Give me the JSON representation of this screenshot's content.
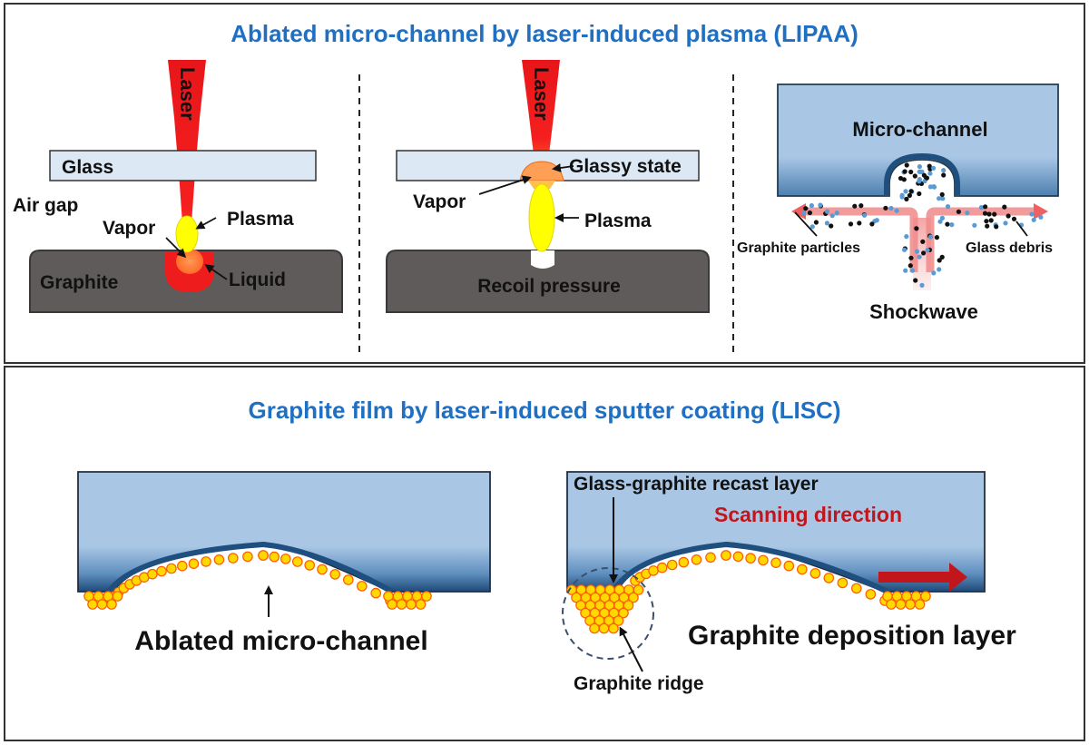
{
  "top": {
    "title": "Ablated micro-channel by laser-induced plasma (LIPAA)",
    "stage1": {
      "laser": "Laser",
      "glass": "Glass",
      "air_gap": "Air gap",
      "vapor": "Vapor",
      "plasma": "Plasma",
      "graphite": "Graphite",
      "liquid": "Liquid"
    },
    "stage2": {
      "laser": "Laser",
      "glassy_state": "Glassy state",
      "vapor": "Vapor",
      "plasma": "Plasma",
      "recoil_pressure": "Recoil pressure"
    },
    "stage3": {
      "micro_channel": "Micro-channel",
      "graphite_particles": "Graphite particles",
      "glass_debris": "Glass debris",
      "shockwave": "Shockwave"
    }
  },
  "bottom": {
    "title": "Graphite film by laser-induced sputter coating (LISC)",
    "left": {
      "ablated_micro_channel": "Ablated micro-channel"
    },
    "right": {
      "recast_layer": "Glass-graphite recast layer",
      "scanning_direction": "Scanning direction",
      "deposition_layer": "Graphite deposition layer",
      "graphite_ridge": "Graphite ridge"
    }
  },
  "colors": {
    "title_blue": "#1f6fc2",
    "laser_red": "#ee1c1c",
    "plasma_yellow": "#ffff00",
    "graphite_gray": "#5f5b5b",
    "glass_light": "#dce9f5",
    "glass_blue": "#a8c6e4",
    "channel_navy": "#1f4f7e",
    "scan_red": "#c0161c",
    "particle_orange": "#ff6a00"
  }
}
